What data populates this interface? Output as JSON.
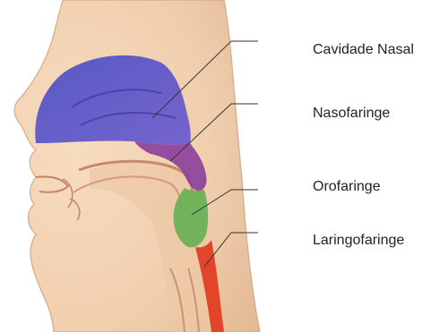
{
  "labels": {
    "nasal_cavity": "Cavidade Nasal",
    "nasopharynx": "Nasofaringe",
    "oropharynx": "Orofaringe",
    "laryngopharynx": "Laringofaringe"
  },
  "colors": {
    "skin": "#f2d4b4",
    "skin_shadow": "#e0b896",
    "nasal_cavity": "#5b56c9",
    "nasopharynx": "#8a3e9a",
    "oropharynx": "#6fae5a",
    "laryngopharynx": "#e2452a",
    "leader_line": "#333333"
  }
}
